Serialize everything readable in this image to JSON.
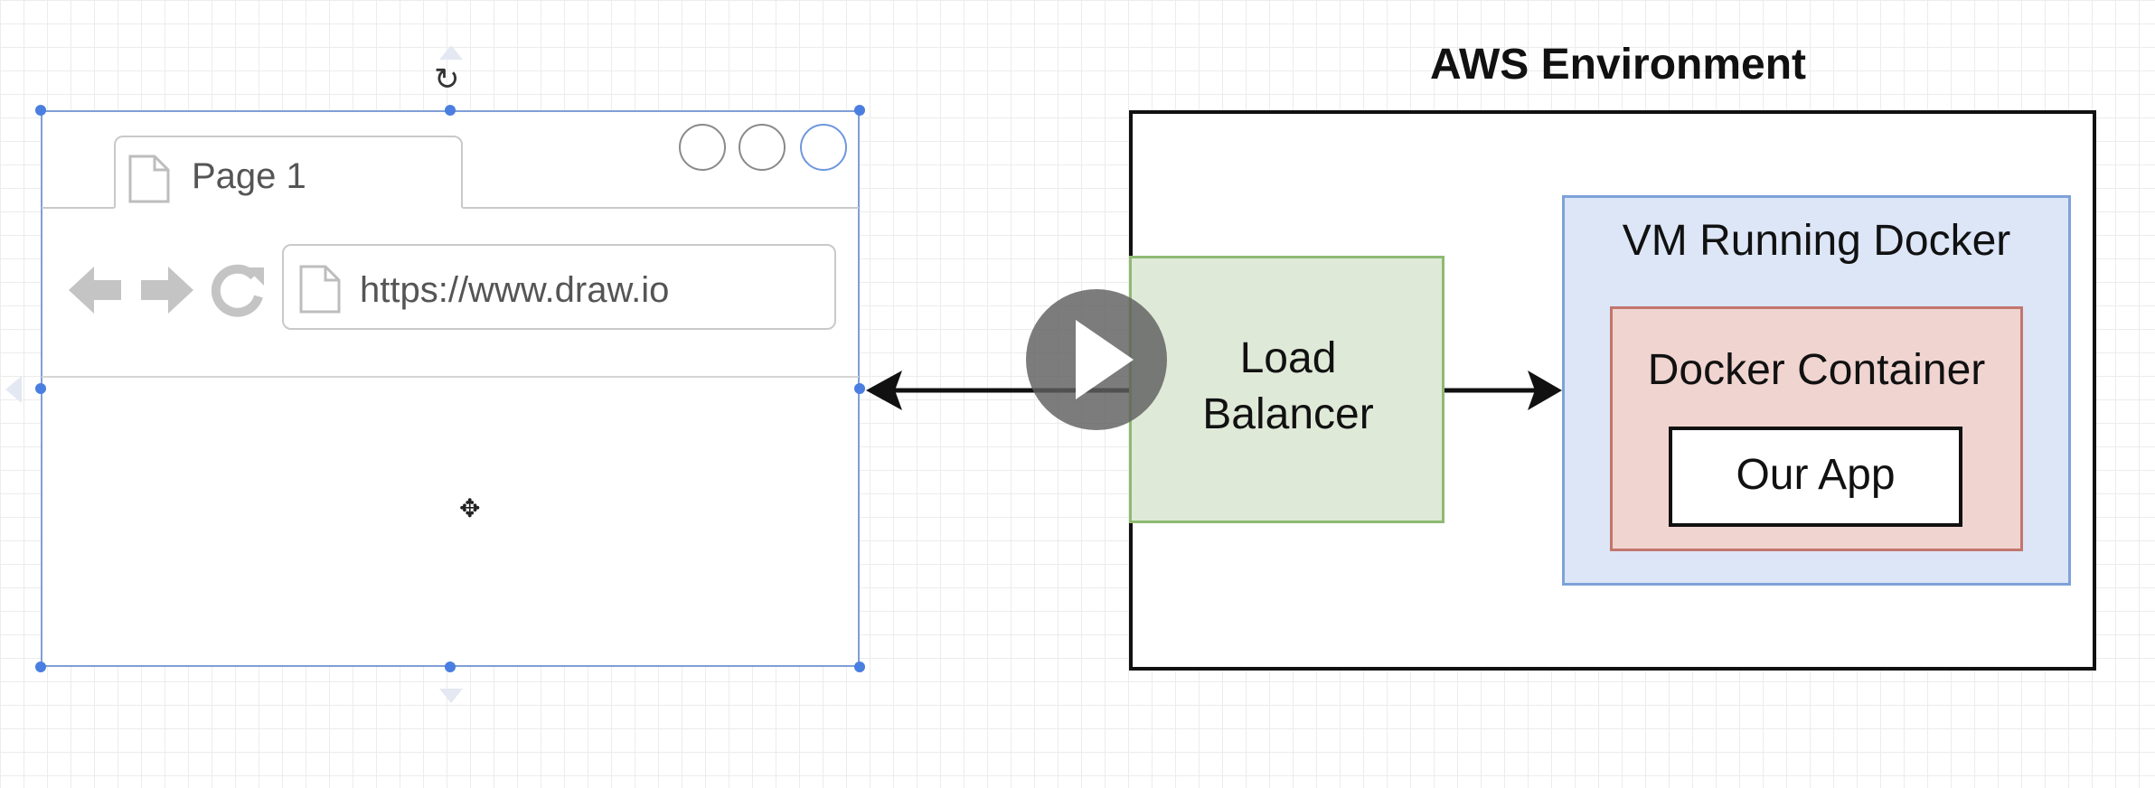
{
  "browser_mockup": {
    "tab_label": "Page 1",
    "url": "https://www.draw.io",
    "icons": [
      "document-icon",
      "back-arrow-icon",
      "forward-arrow-icon",
      "reload-icon",
      "rotate-icon",
      "move-cursor-icon"
    ],
    "selection_color": "#4a7ee0"
  },
  "diagram": {
    "environment_title": "AWS Environment",
    "load_balancer_label": "Load Balancer",
    "vm_label": "VM Running Docker",
    "container_label": "Docker Container",
    "app_label": "Our App",
    "colors": {
      "load_balancer_fill": "#dfe9d8",
      "load_balancer_stroke": "#8fba72",
      "vm_fill": "#dce6f7",
      "vm_stroke": "#7ea2d8",
      "container_fill": "#f0d4d0",
      "container_stroke": "#c2766d"
    }
  },
  "video_overlay": {
    "icon": "play-icon"
  }
}
